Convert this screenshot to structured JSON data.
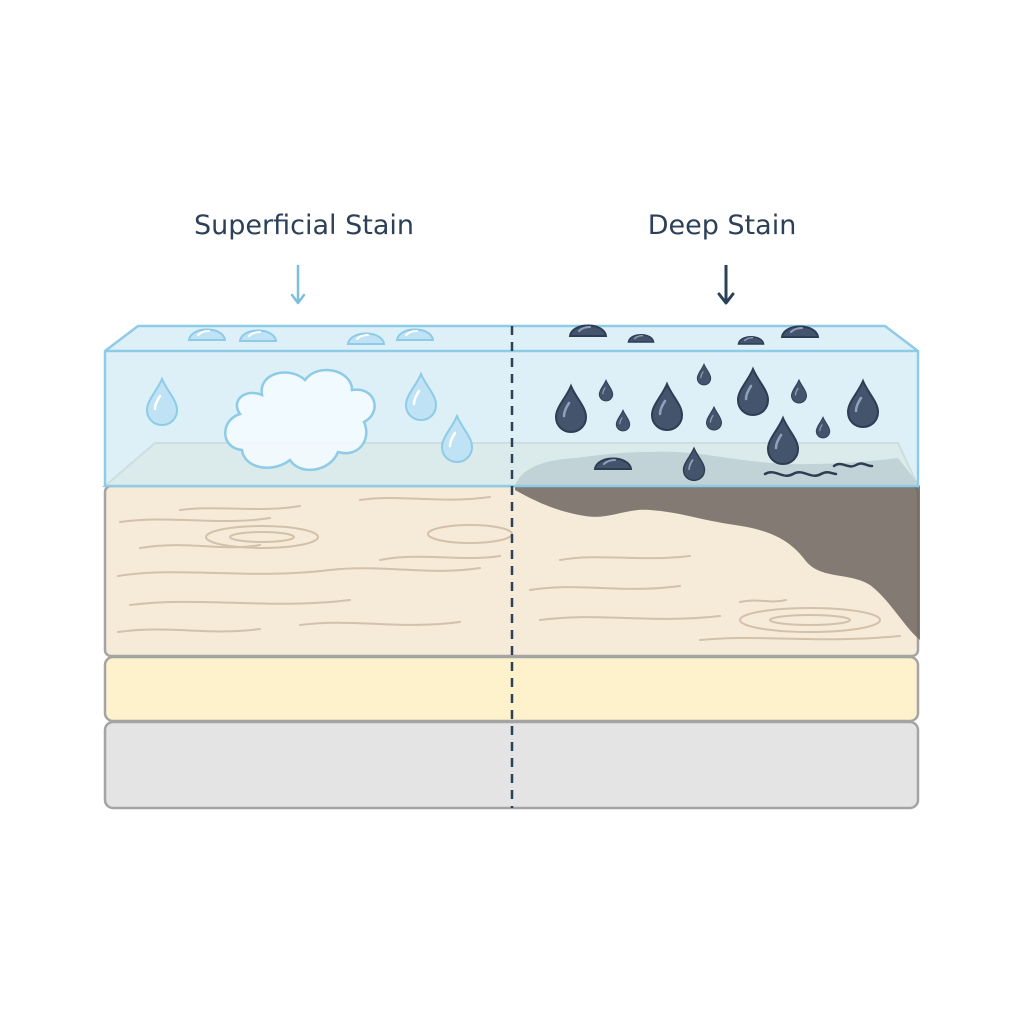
{
  "labels": {
    "left": "Superficial Stain",
    "right": "Deep Stain"
  },
  "colors": {
    "water": "#d4ecf6",
    "water_edge": "#8ecbe6",
    "wood": "#f6ead9",
    "wood_top": "#f6e7c2",
    "grain": "#d3c1a9",
    "backing": "#fdf2cc",
    "base": "#e4e4e4",
    "outline": "#a4a4a4",
    "stain": "#6f6760",
    "dark_drop": "#44546c",
    "light_drop": "#bfe3f5",
    "text": "#2c4058"
  },
  "icons": [
    "arrow-down-icon",
    "light-water-drop-icon",
    "dark-water-drop-icon",
    "cloud-stain-icon",
    "divider-line"
  ]
}
